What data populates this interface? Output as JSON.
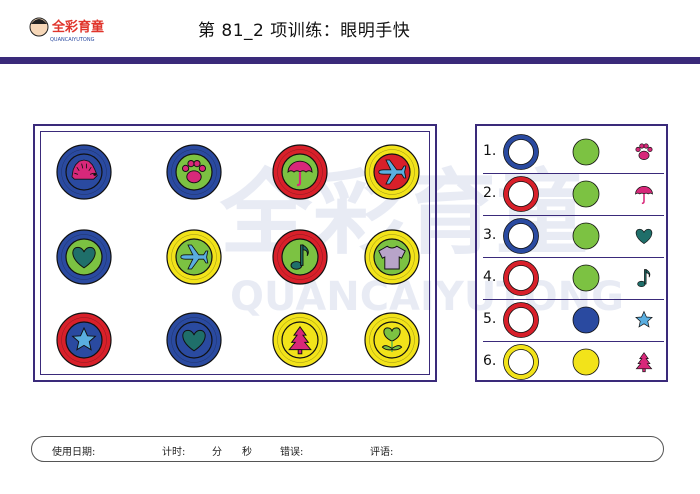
{
  "header": {
    "logo_text": "全彩育童",
    "logo_subtext": "QUANCAIYUTONG",
    "title": "第 81_2 项训练：眼明手快"
  },
  "watermark": {
    "text": "全彩育童",
    "subtext": "QUANCAIYUTONG"
  },
  "colors": {
    "blue": "#2a4aa0",
    "red": "#d8202a",
    "green": "#7cc242",
    "yellow": "#f2e31a",
    "icon_pink": "#d8287a",
    "icon_teal": "#1f6f6a",
    "icon_light_blue": "#5aaee0",
    "frame": "#3a2a7a"
  },
  "board": {
    "coins": [
      {
        "ring": "blue",
        "fill": "blue",
        "icon": "hedgehog-icon"
      },
      {
        "ring": "blue",
        "fill": "green",
        "icon": "paw-icon"
      },
      {
        "ring": "red",
        "fill": "green",
        "icon": "umbrella-icon"
      },
      {
        "ring": "yellow",
        "fill": "red",
        "icon": "airplane-icon"
      },
      {
        "ring": "blue",
        "fill": "green",
        "icon": "heart-icon"
      },
      {
        "ring": "yellow",
        "fill": "green",
        "icon": "airplane-icon"
      },
      {
        "ring": "red",
        "fill": "green",
        "icon": "music-note-icon"
      },
      {
        "ring": "yellow",
        "fill": "green",
        "icon": "tshirt-icon"
      },
      {
        "ring": "red",
        "fill": "blue",
        "icon": "star-icon"
      },
      {
        "ring": "blue",
        "fill": "blue",
        "icon": "heart-icon"
      },
      {
        "ring": "yellow",
        "fill": "yellow",
        "icon": "tree-icon"
      },
      {
        "ring": "yellow",
        "fill": "yellow",
        "icon": "flower-icon"
      }
    ]
  },
  "answers": [
    {
      "num": "1.",
      "ring": "blue",
      "fill": "green",
      "icon": "paw-icon"
    },
    {
      "num": "2.",
      "ring": "red",
      "fill": "green",
      "icon": "umbrella-icon"
    },
    {
      "num": "3.",
      "ring": "blue",
      "fill": "green",
      "icon": "heart-icon"
    },
    {
      "num": "4.",
      "ring": "red",
      "fill": "green",
      "icon": "music-note-icon"
    },
    {
      "num": "5.",
      "ring": "red",
      "fill": "blue",
      "icon": "star-icon"
    },
    {
      "num": "6.",
      "ring": "yellow",
      "fill": "yellow",
      "icon": "tree-icon"
    }
  ],
  "footer": {
    "date_label": "使用日期:",
    "timer_label": "计时:",
    "minute_label": "分",
    "second_label": "秒",
    "error_label": "错误:",
    "comment_label": "评语:"
  }
}
